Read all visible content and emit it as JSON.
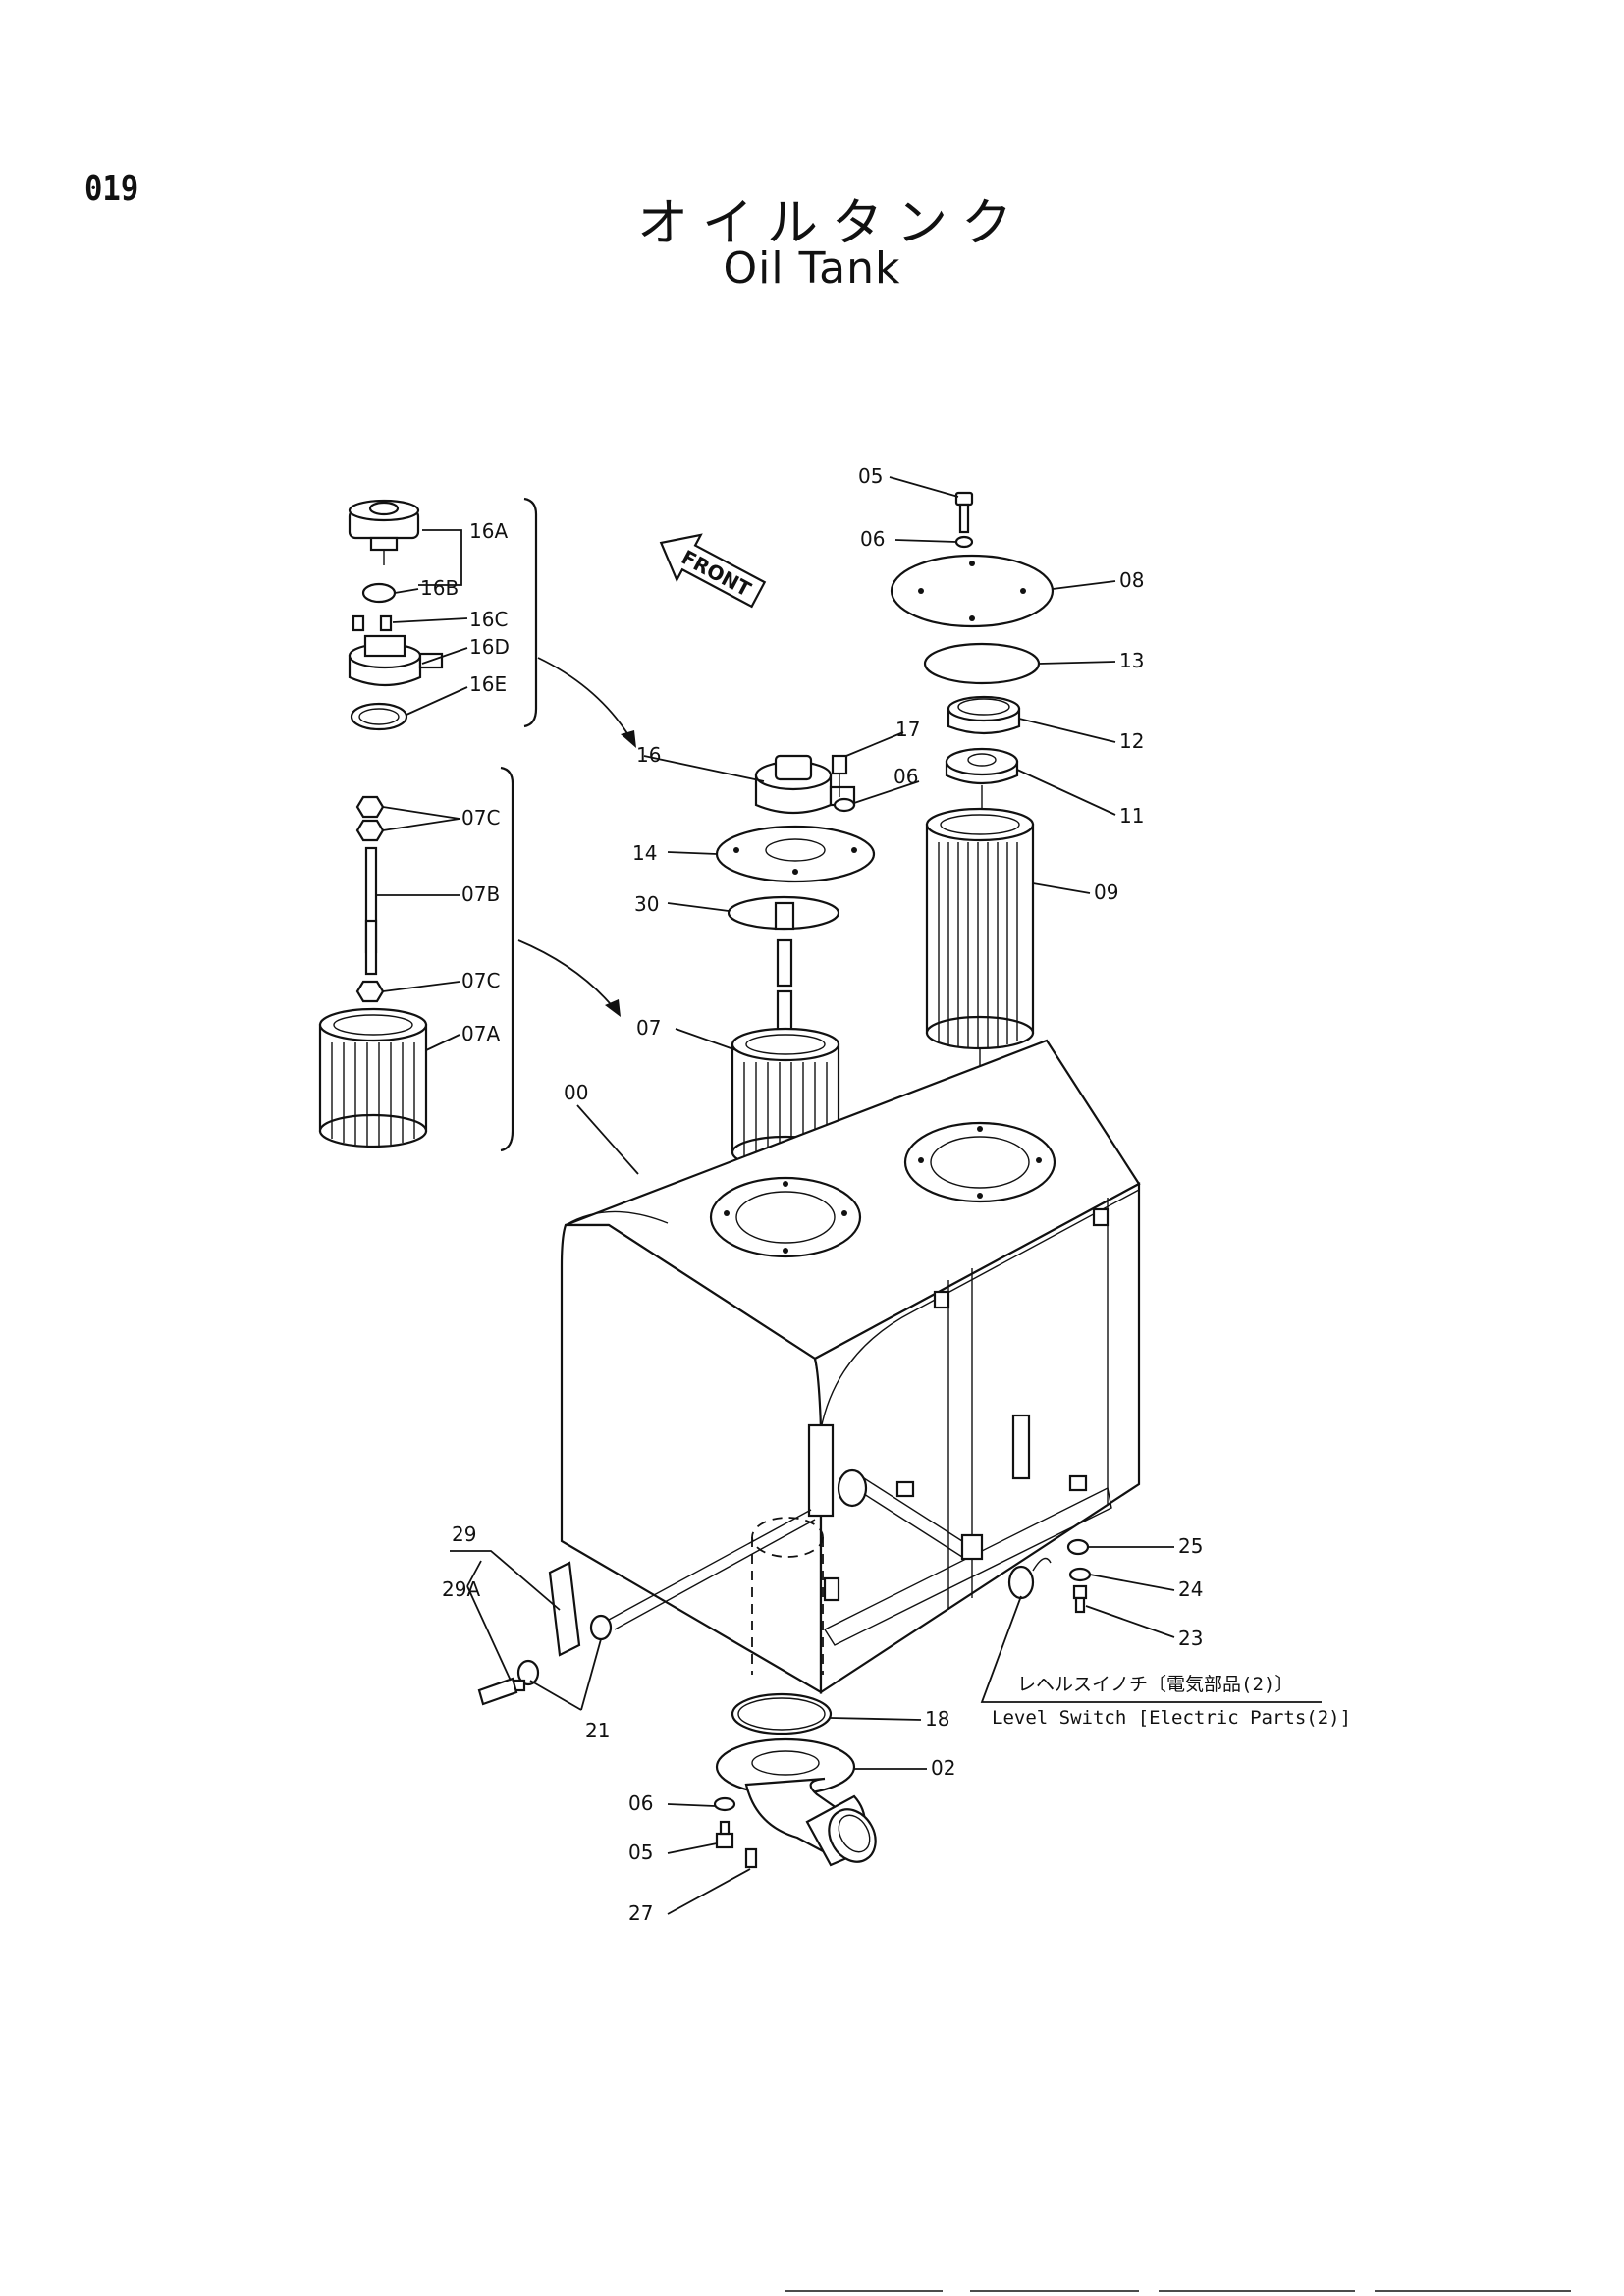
{
  "header": {
    "page_number": "019",
    "title_jp": "オイルタンク",
    "title_en": "Oil Tank"
  },
  "front_marker": "FRONT",
  "callouts": {
    "c05a": "05",
    "c06a": "06",
    "c08": "08",
    "c13": "13",
    "c12": "12",
    "c11": "11",
    "c09": "09",
    "c17": "17",
    "c06b": "06",
    "c16": "16",
    "c14": "14",
    "c30": "30",
    "c07": "07",
    "c00": "00",
    "c16A": "16A",
    "c16B": "16B",
    "c16C": "16C",
    "c16D": "16D",
    "c16E": "16E",
    "c07C1": "07C",
    "c07B": "07B",
    "c07C2": "07C",
    "c07A": "07A",
    "c25": "25",
    "c24": "24",
    "c23": "23",
    "c29": "29",
    "c29A": "29A",
    "c21": "21",
    "c18": "18",
    "c02": "02",
    "c06c": "06",
    "c05b": "05",
    "c27": "27"
  },
  "level_switch": {
    "jp": "レヘルスイノチ〔電気部品(2)〕",
    "en": "Level Switch [Electric Parts(2)]"
  }
}
